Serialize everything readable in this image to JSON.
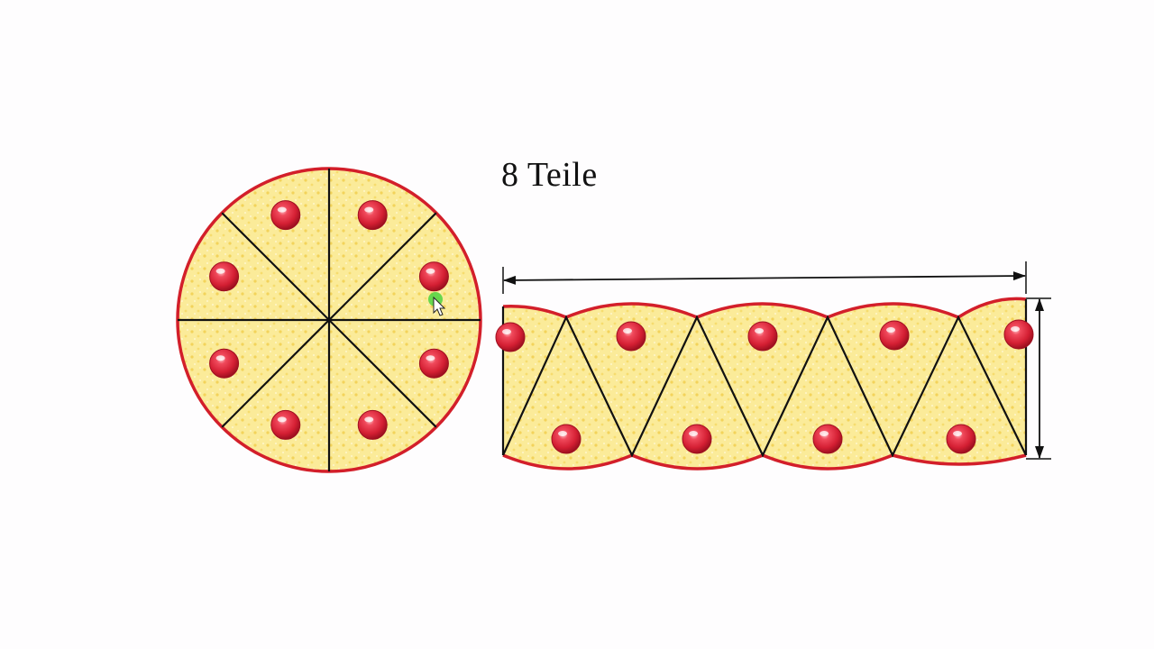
{
  "diagram": {
    "caption": "8 Teile",
    "pieces": 8,
    "cherries_per_piece": 1,
    "colors": {
      "crust": "#d31f2a",
      "filling": "#fbeb99",
      "filling_dot": "#f3d35a",
      "cut_line": "#111111",
      "cherry": "#e0283c",
      "cherry_dark": "#9e1020",
      "arrow": "#111111",
      "cursor_highlight": "#4cd43f"
    },
    "icons": [
      "cherry-icon",
      "mouse-cursor-icon",
      "double-arrow-icon"
    ]
  }
}
